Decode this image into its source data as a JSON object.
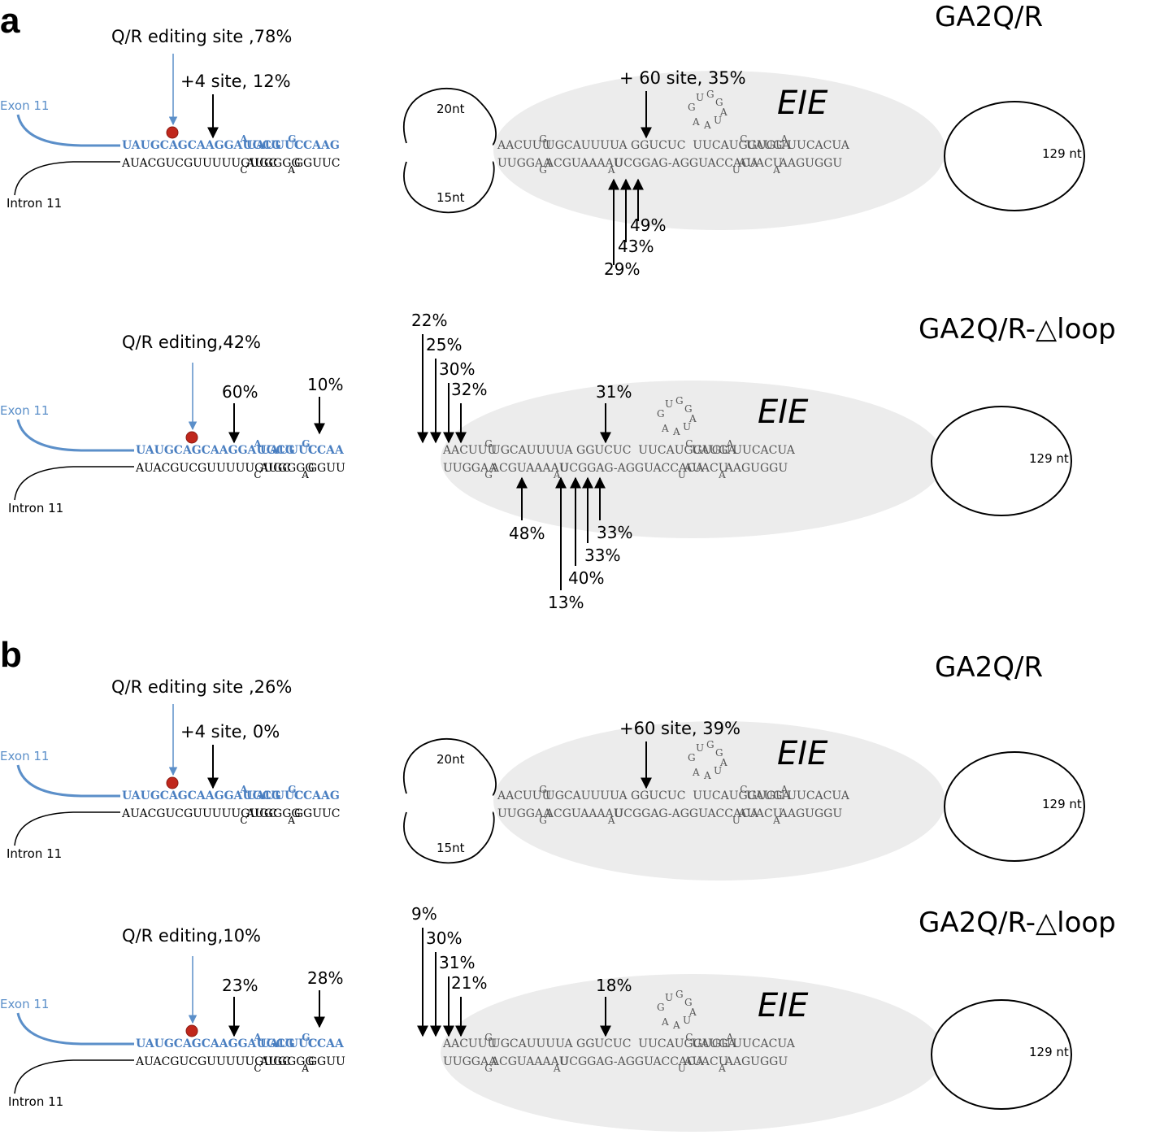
{
  "panels": [
    {
      "letter": "a",
      "diagrams": [
        {
          "construct": "GA2Q/R",
          "variant": "loop",
          "qr_label": "Q/R editing site ,78%",
          "plus4_label": "+4 site, 12%",
          "plus60_label": "+ 60 site, 35%",
          "exon": "Exon 11",
          "intron": "Intron 11",
          "loop_top": "20nt",
          "loop_bottom": "15nt",
          "eie": "EIE",
          "end_loop": "129 nt",
          "bottom_pcts": [
            "49%",
            "43%",
            "29%"
          ]
        },
        {
          "construct": "GA2Q/R-△loop",
          "variant": "dloop",
          "qr_label": "Q/R editing,42%",
          "pct_60": "60%",
          "pct_10": "10%",
          "cluster_pcts": [
            "22%",
            "25%",
            "30%",
            "32%"
          ],
          "pct_31": "31%",
          "exon": "Exon 11",
          "intron": "Intron 11",
          "eie": "EIE",
          "end_loop": "129 nt",
          "pct_48": "48%",
          "bottom_pcts": [
            "33%",
            "33%",
            "40%",
            "13%"
          ]
        }
      ]
    },
    {
      "letter": "b",
      "diagrams": [
        {
          "construct": "GA2Q/R",
          "variant": "loop",
          "qr_label": "Q/R editing site ,26%",
          "plus4_label": "+4 site, 0%",
          "plus60_label": "+60 site, 39%",
          "exon": "Exon 11",
          "intron": "Intron 11",
          "loop_top": "20nt",
          "loop_bottom": "15nt",
          "eie": "EIE",
          "end_loop": "129 nt"
        },
        {
          "construct": "GA2Q/R-△loop",
          "variant": "dloop",
          "qr_label": "Q/R editing,10%",
          "pct_60": "23%",
          "pct_10": "28%",
          "cluster_pcts": [
            "9%",
            "30%",
            "31%",
            "21%"
          ],
          "pct_31": "18%",
          "exon": "Exon 11",
          "intron": "Intron 11",
          "eie": "EIE",
          "end_loop": "129 nt"
        }
      ]
    }
  ],
  "sequences": {
    "exon_main": "UAUGCAGCAAGGAUGCG",
    "exon_bulge1": "A",
    "exon_mid": "UAUUUC",
    "exon_bulge2": "G",
    "exon_end_loop": "CCAAG",
    "exon_end_dloop": "CCAA",
    "intron_main": "AUACGUCGUUUUUGUGC",
    "intron_bulge1": "C",
    "intron_mid": "AUGGGG",
    "intron_bulge2": "A",
    "intron_end_loop": "GGUUC",
    "intron_end_dloop": "GGUU",
    "eie_top_a": "AACUUU",
    "eie_top_b1": "G",
    "eie_top_b": "UGCAUUUUA GGUCUC  UUCAUGGUGU",
    "eie_top_b2": "C",
    "eie_top_c": "UAUGA",
    "eie_top_b3": "A",
    "eie_top_d": "UUCACUA",
    "eie_bot_a": "UUGGAA",
    "eie_bot_b1": "G",
    "eie_bot_b": "ACGUAAAAU",
    "eie_bot_b2": "A",
    "eie_bot_c": "UCGGAG-AGGUACCACA",
    "eie_bot_b3": "U",
    "eie_bot_d": "AUACU",
    "eie_bot_b4": "A",
    "eie_bot_e": "AAGUGGU",
    "hairpin": [
      "G",
      "U",
      "G",
      "G",
      "A",
      "A",
      "A",
      "U"
    ]
  },
  "colors": {
    "exon_blue": "#5b8fc9",
    "editing_dot": "#c0271c",
    "eie_background": "#ececec",
    "text": "#000000",
    "eie_sequence": "#555555"
  }
}
